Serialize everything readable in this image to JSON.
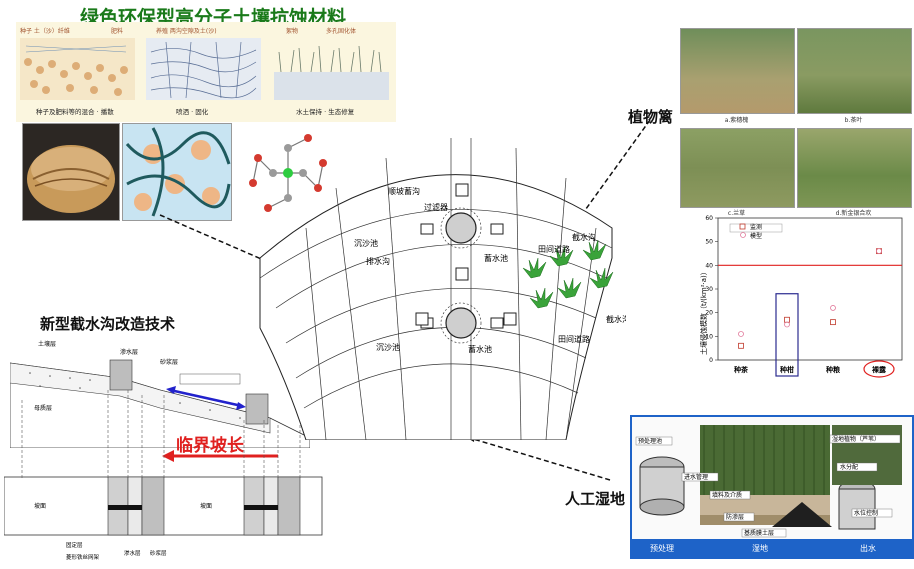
{
  "material": {
    "title": "绿色环保型高分子土壤抗蚀材料",
    "top_labels": [
      "种子 土（沙）纤维",
      "肥料",
      "养殖 两沟空隙及土(沙)",
      "絮物",
      "多孔固化体"
    ],
    "captions": [
      "种子及肥料等的混合 · 播散",
      "喷洒 · 固化",
      "水土保持 · 生态修复"
    ]
  },
  "ditch_tech": {
    "title": "新型截水沟改造技术",
    "critical_label": "临界坡长",
    "section_labels": [
      "土壤层",
      "渗水层",
      "母质层",
      "砂浆层"
    ],
    "plan_labels": [
      "坡面",
      "坡面",
      "固定层",
      "渗水层",
      "砂浆层",
      "菱形铁丝网架"
    ]
  },
  "center_map": {
    "labels": [
      "顺坡蓄沟",
      "过滤器",
      "沉沙池",
      "排水沟",
      "蓄水池",
      "田间道路",
      "截水沟",
      "沉沙池",
      "蓄水池",
      "田间道路",
      "截水沟"
    ]
  },
  "plant_hedge": {
    "title": "植物篱",
    "photo_captions": [
      "a.紫穗槐",
      "b.茶叶",
      "c.兰草",
      "d.新金银合欢"
    ]
  },
  "scatter": {
    "legend": [
      "监测",
      "模型"
    ],
    "threshold": 40
  },
  "wetland": {
    "title": "人工湿地",
    "labels": [
      "预处理池",
      "进水管理",
      "填料及介质",
      "防渗层",
      "湿地植物（芦苇）",
      "水分配",
      "水位控制",
      "基质膜土层"
    ],
    "bottom_labels": [
      "预处理",
      "湿地",
      "出水"
    ]
  },
  "chart_data": {
    "type": "scatter",
    "categories": [
      "种茶",
      "种柑",
      "种粮",
      "裸露"
    ],
    "ylabel": "土壤侵蚀模数（t/(km²·a)）",
    "ylim": [
      0,
      60
    ],
    "yticks": [
      0,
      10,
      20,
      30,
      40,
      50,
      60
    ],
    "threshold": 40,
    "highlight_categories": [
      "种柑",
      "裸露"
    ],
    "series": [
      {
        "name": "监测",
        "values": [
          6,
          17,
          16,
          46
        ]
      },
      {
        "name": "模型",
        "values": [
          11,
          15,
          22,
          46
        ]
      }
    ]
  }
}
